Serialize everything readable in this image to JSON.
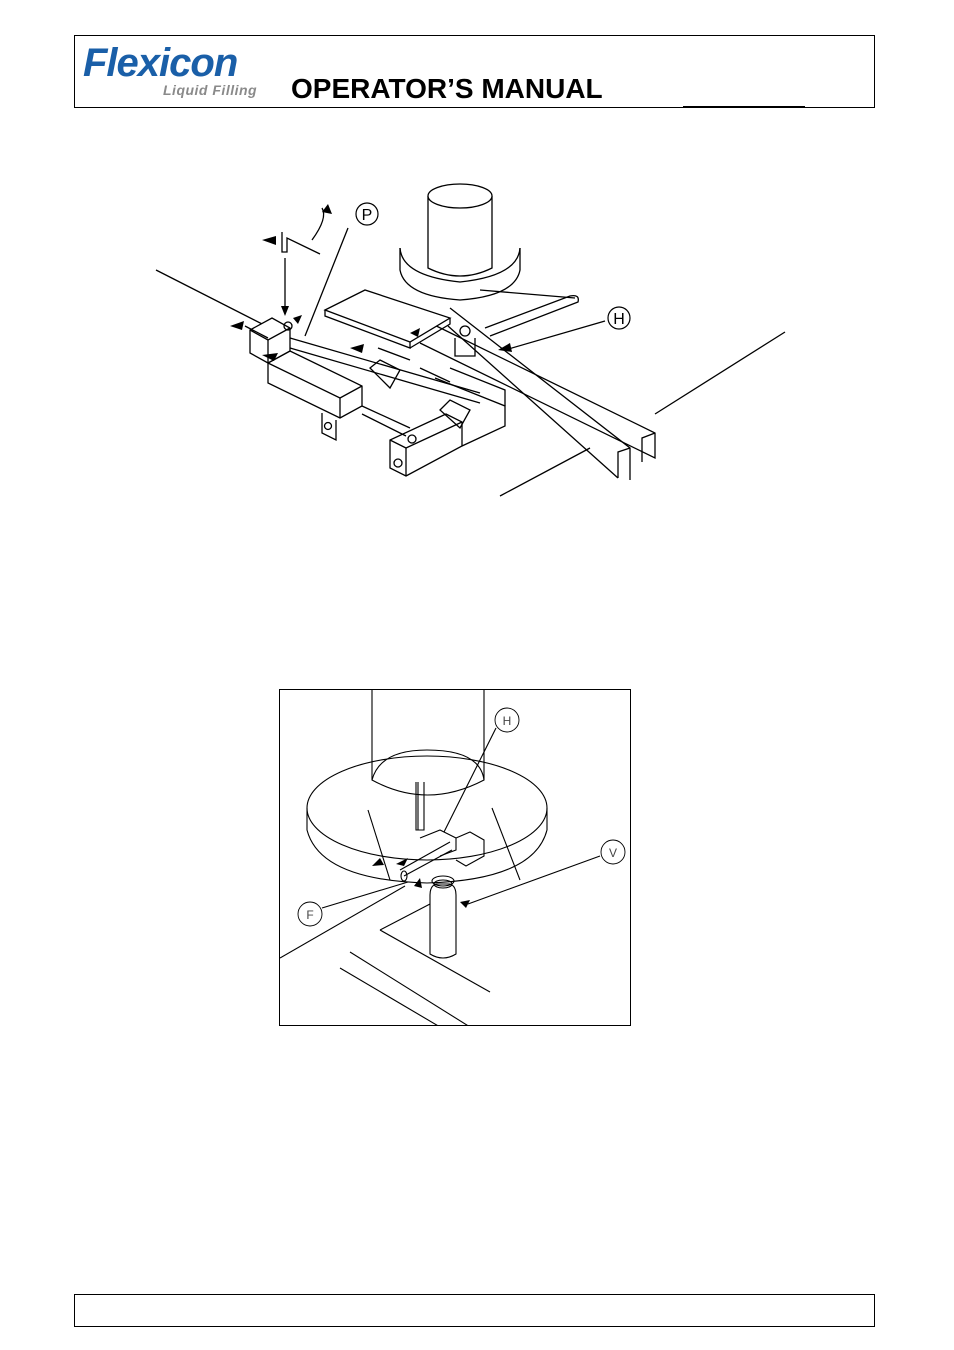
{
  "header": {
    "logo_text": "Flexicon",
    "logo_subtext": "Liquid Filling",
    "title": "OPERATOR’S MANUAL"
  },
  "figure_1": {
    "callouts": [
      "P",
      "H"
    ]
  },
  "figure_2": {
    "callouts": [
      "H",
      "V",
      "F"
    ]
  },
  "colors": {
    "logo_blue": "#1a5fa8",
    "logo_grey": "#8a8a8a"
  },
  "icons": [
    "water-drop-icon"
  ]
}
